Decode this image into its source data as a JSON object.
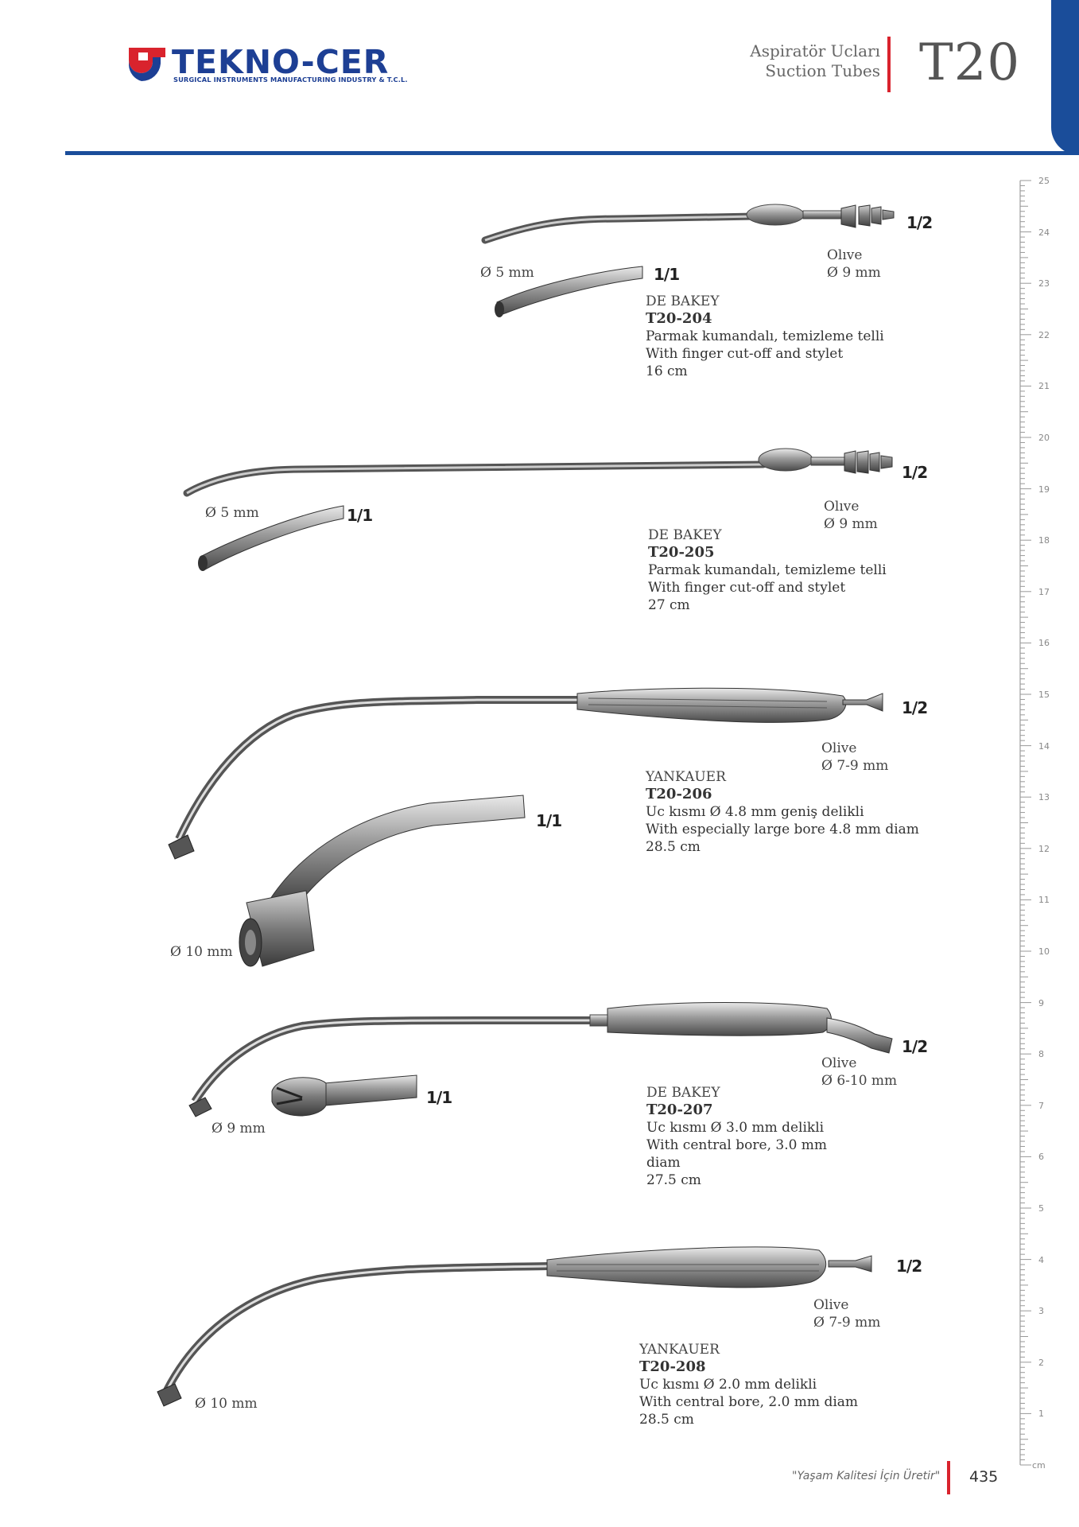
{
  "header": {
    "brand_name": "TEKNO-CER",
    "brand_tagline": "SURGICAL INSTRUMENTS MANUFACTURING INDUSTRY & T.C.L.",
    "section_tr": "Aspiratör Ucları",
    "section_en": "Suction Tubes",
    "section_code": "T20"
  },
  "ruler": {
    "unit": "cm",
    "numbers": [
      "25",
      "24",
      "23",
      "22",
      "21",
      "20",
      "19",
      "18",
      "17",
      "16",
      "15",
      "14",
      "13",
      "12",
      "11",
      "10",
      "9",
      "8",
      "7",
      "6",
      "5",
      "4",
      "3",
      "2",
      "1"
    ]
  },
  "products": [
    {
      "brand": "DE BAKEY",
      "code": "T20-204",
      "desc_tr": "Parmak kumandalı, temizleme telli",
      "desc_en": "With finger cut-off and stylet",
      "length": "16 cm",
      "olive_label": "Olıve",
      "olive_size": "Ø 9 mm",
      "tip_diameter": "Ø 5 mm",
      "scale_full": "1/1",
      "scale_half": "1/2"
    },
    {
      "brand": "DE BAKEY",
      "code": "T20-205",
      "desc_tr": "Parmak kumandalı, temizleme telli",
      "desc_en": "With finger cut-off and stylet",
      "length": "27 cm",
      "olive_label": "Olıve",
      "olive_size": "Ø 9 mm",
      "tip_diameter": "Ø 5 mm",
      "scale_full": "1/1",
      "scale_half": "1/2"
    },
    {
      "brand": "YANKAUER",
      "code": "T20-206",
      "desc_tr": "Uc kısmı Ø 4.8 mm geniş delikli",
      "desc_en": "With especially large bore 4.8 mm diam",
      "length": "28.5 cm",
      "olive_label": "Olive",
      "olive_size": "Ø 7-9 mm",
      "tip_diameter": "Ø 10 mm",
      "scale_full": "1/1",
      "scale_half": "1/2"
    },
    {
      "brand": "DE BAKEY",
      "code": "T20-207",
      "desc_tr": "Uc kısmı Ø 3.0 mm delikli",
      "desc_en": "With central bore, 3.0 mm",
      "desc_en2": "diam",
      "length": "27.5 cm",
      "olive_label": "Olive",
      "olive_size": "Ø 6-10 mm",
      "tip_diameter": "Ø 9 mm",
      "scale_full": "1/1",
      "scale_half": "1/2"
    },
    {
      "brand": "YANKAUER",
      "code": "T20-208",
      "desc_tr": "Uc kısmı Ø 2.0 mm delikli",
      "desc_en": "With central bore, 2.0 mm diam",
      "length": "28.5 cm",
      "olive_label": "Olive",
      "olive_size": "Ø 7-9 mm",
      "tip_diameter": "Ø 10 mm",
      "scale_half": "1/2"
    }
  ],
  "footer": {
    "slogan": "\"Yaşam Kalitesi İçin Üretir\"",
    "page_number": "435"
  },
  "colors": {
    "brand_blue": "#1a4d9a",
    "accent_red": "#d9232d"
  }
}
